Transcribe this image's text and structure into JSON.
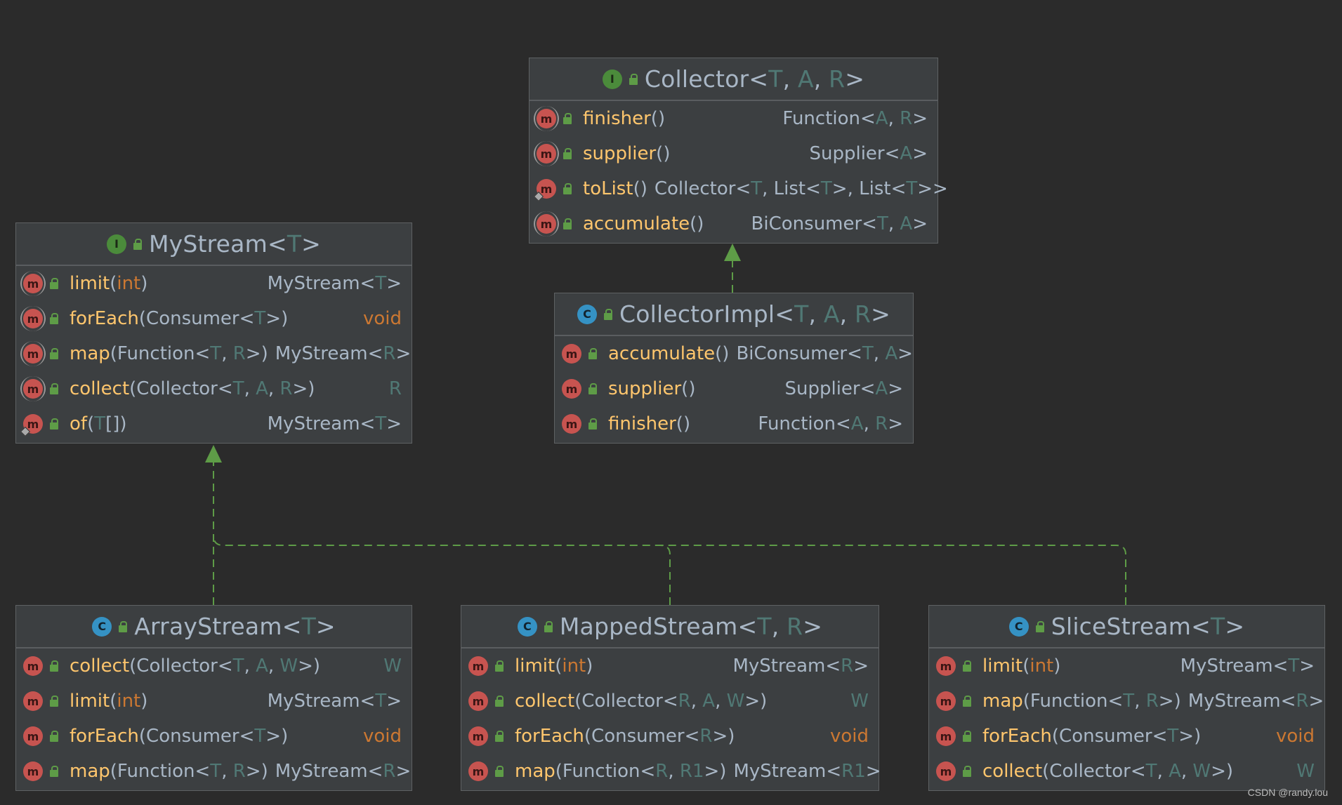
{
  "diagram": {
    "classes": [
      {
        "id": "collector",
        "kind": "I",
        "title": [
          [
            "Collector<",
            ""
          ],
          [
            "T",
            "tp"
          ],
          [
            ", ",
            ""
          ],
          [
            "A",
            "tp"
          ],
          [
            ", ",
            ""
          ],
          [
            "R",
            "tp"
          ],
          [
            ">",
            ""
          ]
        ],
        "methods": [
          {
            "badge": "abs",
            "name": "finisher",
            "params": [
              [
                "()",
                ""
              ]
            ],
            "ret": [
              [
                "Function<",
                ""
              ],
              [
                "A",
                "tp"
              ],
              [
                ", ",
                ""
              ],
              [
                "R",
                "tp"
              ],
              [
                ">",
                ""
              ]
            ]
          },
          {
            "badge": "abs",
            "name": "supplier",
            "params": [
              [
                "()",
                ""
              ]
            ],
            "ret": [
              [
                "Supplier<",
                ""
              ],
              [
                "A",
                "tp"
              ],
              [
                ">",
                ""
              ]
            ]
          },
          {
            "badge": "st",
            "name": "toList",
            "params": [
              [
                "()",
                ""
              ]
            ],
            "ret": [
              [
                "Collector<",
                ""
              ],
              [
                "T",
                "tp"
              ],
              [
                ", ",
                ""
              ],
              [
                "List<",
                ""
              ],
              [
                "T",
                "tp"
              ],
              [
                ">",
                ""
              ],
              [
                ", ",
                ""
              ],
              [
                "List<",
                ""
              ],
              [
                "T",
                "tp"
              ],
              [
                ">>",
                ""
              ]
            ]
          },
          {
            "badge": "abs",
            "name": "accumulate",
            "params": [
              [
                "()",
                ""
              ]
            ],
            "ret": [
              [
                "BiConsumer<",
                ""
              ],
              [
                "T",
                "tp"
              ],
              [
                ", ",
                ""
              ],
              [
                "A",
                "tp"
              ],
              [
                ">",
                ""
              ]
            ]
          }
        ]
      },
      {
        "id": "collectorimpl",
        "kind": "C",
        "title": [
          [
            "CollectorImpl<",
            ""
          ],
          [
            "T",
            "tp"
          ],
          [
            ", ",
            ""
          ],
          [
            "A",
            "tp"
          ],
          [
            ", ",
            ""
          ],
          [
            "R",
            "tp"
          ],
          [
            ">",
            ""
          ]
        ],
        "methods": [
          {
            "badge": "",
            "name": "accumulate",
            "params": [
              [
                "()",
                ""
              ]
            ],
            "ret": [
              [
                "BiConsumer<",
                ""
              ],
              [
                "T",
                "tp"
              ],
              [
                ", ",
                ""
              ],
              [
                "A",
                "tp"
              ],
              [
                ">",
                ""
              ]
            ]
          },
          {
            "badge": "",
            "name": "supplier",
            "params": [
              [
                "()",
                ""
              ]
            ],
            "ret": [
              [
                "Supplier<",
                ""
              ],
              [
                "A",
                "tp"
              ],
              [
                ">",
                ""
              ]
            ]
          },
          {
            "badge": "",
            "name": "finisher",
            "params": [
              [
                "()",
                ""
              ]
            ],
            "ret": [
              [
                "Function<",
                ""
              ],
              [
                "A",
                "tp"
              ],
              [
                ", ",
                ""
              ],
              [
                "R",
                "tp"
              ],
              [
                ">",
                ""
              ]
            ]
          }
        ]
      },
      {
        "id": "mystream",
        "kind": "I",
        "title": [
          [
            "MyStream<",
            ""
          ],
          [
            "T",
            "tp"
          ],
          [
            ">",
            ""
          ]
        ],
        "methods": [
          {
            "badge": "abs",
            "name": "limit",
            "params": [
              [
                "(",
                ""
              ],
              [
                "int",
                "kw"
              ],
              [
                ")",
                ""
              ]
            ],
            "ret": [
              [
                "MyStream<",
                ""
              ],
              [
                "T",
                "tp"
              ],
              [
                ">",
                ""
              ]
            ]
          },
          {
            "badge": "abs",
            "name": "forEach",
            "params": [
              [
                "(Consumer<",
                ""
              ],
              [
                "T",
                "tp"
              ],
              [
                ">)",
                ""
              ]
            ],
            "ret": [
              [
                "void",
                "kw"
              ]
            ]
          },
          {
            "badge": "abs",
            "name": "map",
            "params": [
              [
                "(Function<",
                ""
              ],
              [
                "T",
                "tp"
              ],
              [
                ", ",
                ""
              ],
              [
                "R",
                "tp"
              ],
              [
                ">)",
                ""
              ]
            ],
            "ret": [
              [
                "MyStream<",
                ""
              ],
              [
                "R",
                "tp"
              ],
              [
                ">",
                ""
              ]
            ]
          },
          {
            "badge": "abs",
            "name": "collect",
            "params": [
              [
                "(Collector<",
                ""
              ],
              [
                "T",
                "tp"
              ],
              [
                ", ",
                ""
              ],
              [
                "A",
                "tp"
              ],
              [
                ", ",
                ""
              ],
              [
                "R",
                "tp"
              ],
              [
                ">)",
                ""
              ]
            ],
            "ret": [
              [
                "R",
                "tp"
              ]
            ]
          },
          {
            "badge": "st",
            "name": "of",
            "params": [
              [
                "(",
                ""
              ],
              [
                "T",
                "tp"
              ],
              [
                "[])",
                ""
              ]
            ],
            "ret": [
              [
                "MyStream<",
                ""
              ],
              [
                "T",
                "tp"
              ],
              [
                ">",
                ""
              ]
            ]
          }
        ]
      },
      {
        "id": "arraystream",
        "kind": "C",
        "title": [
          [
            "ArrayStream<",
            ""
          ],
          [
            "T",
            "tp"
          ],
          [
            ">",
            ""
          ]
        ],
        "methods": [
          {
            "badge": "",
            "name": "collect",
            "params": [
              [
                "(Collector<",
                ""
              ],
              [
                "T",
                "tp"
              ],
              [
                ", ",
                ""
              ],
              [
                "A",
                "tp"
              ],
              [
                ", ",
                ""
              ],
              [
                "W",
                "tp"
              ],
              [
                ">)",
                ""
              ]
            ],
            "ret": [
              [
                "W",
                "tp"
              ]
            ]
          },
          {
            "badge": "",
            "name": "limit",
            "params": [
              [
                "(",
                ""
              ],
              [
                "int",
                "kw"
              ],
              [
                ")",
                ""
              ]
            ],
            "ret": [
              [
                "MyStream<",
                ""
              ],
              [
                "T",
                "tp"
              ],
              [
                ">",
                ""
              ]
            ]
          },
          {
            "badge": "",
            "name": "forEach",
            "params": [
              [
                "(Consumer<",
                ""
              ],
              [
                "T",
                "tp"
              ],
              [
                ">)",
                ""
              ]
            ],
            "ret": [
              [
                "void",
                "kw"
              ]
            ]
          },
          {
            "badge": "",
            "name": "map",
            "params": [
              [
                "(Function<",
                ""
              ],
              [
                "T",
                "tp"
              ],
              [
                ", ",
                ""
              ],
              [
                "R",
                "tp"
              ],
              [
                ">)",
                ""
              ]
            ],
            "ret": [
              [
                "MyStream<",
                ""
              ],
              [
                "R",
                "tp"
              ],
              [
                ">",
                ""
              ]
            ]
          }
        ]
      },
      {
        "id": "mappedstream",
        "kind": "C",
        "title": [
          [
            "MappedStream<",
            ""
          ],
          [
            "T",
            "tp"
          ],
          [
            ", ",
            ""
          ],
          [
            "R",
            "tp"
          ],
          [
            ">",
            ""
          ]
        ],
        "methods": [
          {
            "badge": "",
            "name": "limit",
            "params": [
              [
                "(",
                ""
              ],
              [
                "int",
                "kw"
              ],
              [
                ")",
                ""
              ]
            ],
            "ret": [
              [
                "MyStream<",
                ""
              ],
              [
                "R",
                "tp"
              ],
              [
                ">",
                ""
              ]
            ]
          },
          {
            "badge": "",
            "name": "collect",
            "params": [
              [
                "(Collector<",
                ""
              ],
              [
                "R",
                "tp"
              ],
              [
                ", ",
                ""
              ],
              [
                "A",
                "tp"
              ],
              [
                ", ",
                ""
              ],
              [
                "W",
                "tp"
              ],
              [
                ">)",
                ""
              ]
            ],
            "ret": [
              [
                "W",
                "tp"
              ]
            ]
          },
          {
            "badge": "",
            "name": "forEach",
            "params": [
              [
                "(Consumer<",
                ""
              ],
              [
                "R",
                "tp"
              ],
              [
                ">)",
                ""
              ]
            ],
            "ret": [
              [
                "void",
                "kw"
              ]
            ]
          },
          {
            "badge": "",
            "name": "map",
            "params": [
              [
                "(Function<",
                ""
              ],
              [
                "R",
                "tp"
              ],
              [
                ", ",
                ""
              ],
              [
                "R1",
                "tp"
              ],
              [
                ">)",
                ""
              ]
            ],
            "ret": [
              [
                "MyStream<",
                ""
              ],
              [
                "R1",
                "tp"
              ],
              [
                ">",
                ""
              ]
            ]
          }
        ]
      },
      {
        "id": "slicestream",
        "kind": "C",
        "title": [
          [
            "SliceStream<",
            ""
          ],
          [
            "T",
            "tp"
          ],
          [
            ">",
            ""
          ]
        ],
        "methods": [
          {
            "badge": "",
            "name": "limit",
            "params": [
              [
                "(",
                ""
              ],
              [
                "int",
                "kw"
              ],
              [
                ")",
                ""
              ]
            ],
            "ret": [
              [
                "MyStream<",
                ""
              ],
              [
                "T",
                "tp"
              ],
              [
                ">",
                ""
              ]
            ]
          },
          {
            "badge": "",
            "name": "map",
            "params": [
              [
                "(Function<",
                ""
              ],
              [
                "T",
                "tp"
              ],
              [
                ", ",
                ""
              ],
              [
                "R",
                "tp"
              ],
              [
                ">)",
                ""
              ]
            ],
            "ret": [
              [
                "MyStream<",
                ""
              ],
              [
                "R",
                "tp"
              ],
              [
                ">",
                ""
              ]
            ]
          },
          {
            "badge": "",
            "name": "forEach",
            "params": [
              [
                "(Consumer<",
                ""
              ],
              [
                "T",
                "tp"
              ],
              [
                ">)",
                ""
              ]
            ],
            "ret": [
              [
                "void",
                "kw"
              ]
            ]
          },
          {
            "badge": "",
            "name": "collect",
            "params": [
              [
                "(Collector<",
                ""
              ],
              [
                "T",
                "tp"
              ],
              [
                ", ",
                ""
              ],
              [
                "A",
                "tp"
              ],
              [
                ", ",
                ""
              ],
              [
                "W",
                "tp"
              ],
              [
                ">)",
                ""
              ]
            ],
            "ret": [
              [
                "W",
                "tp"
              ]
            ]
          }
        ]
      }
    ],
    "relations": [
      {
        "from": "collectorimpl",
        "to": "collector",
        "type": "implements"
      },
      {
        "from": "arraystream",
        "to": "mystream",
        "type": "implements"
      },
      {
        "from": "mappedstream",
        "to": "mystream",
        "type": "implements"
      },
      {
        "from": "slicestream",
        "to": "mystream",
        "type": "implements"
      }
    ],
    "colors": {
      "background": "#2b2b2b",
      "box": "#3c3f41",
      "method": "#ffc66d",
      "text": "#a9b7c6",
      "typeParam": "#507874",
      "keyword": "#cc7832",
      "edge": "#5e9c47"
    }
  },
  "watermark": "CSDN @randy.lou"
}
